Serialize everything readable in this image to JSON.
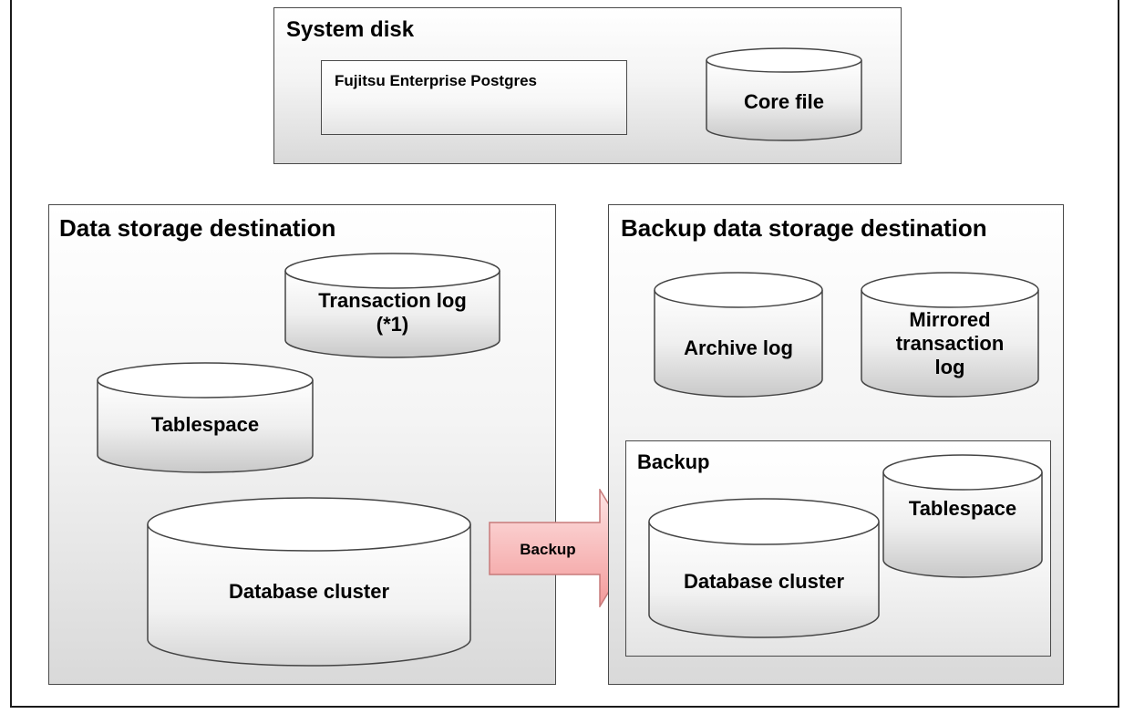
{
  "system_disk": {
    "title": "System disk",
    "product_box": "Fujitsu Enterprise Postgres",
    "core_file": "Core file"
  },
  "data_storage": {
    "title": "Data storage destination",
    "transaction_log": "Transaction log\n(*1)",
    "tablespace": "Tablespace",
    "database_cluster": "Database cluster"
  },
  "backup_arrow": {
    "label": "Backup",
    "color": "#f39a9a"
  },
  "backup_storage": {
    "title": "Backup data storage destination",
    "archive_log": "Archive log",
    "mirrored_log": "Mirrored\ntransaction\nlog",
    "backup_box": {
      "title": "Backup",
      "database_cluster": "Database cluster",
      "tablespace": "Tablespace"
    }
  }
}
